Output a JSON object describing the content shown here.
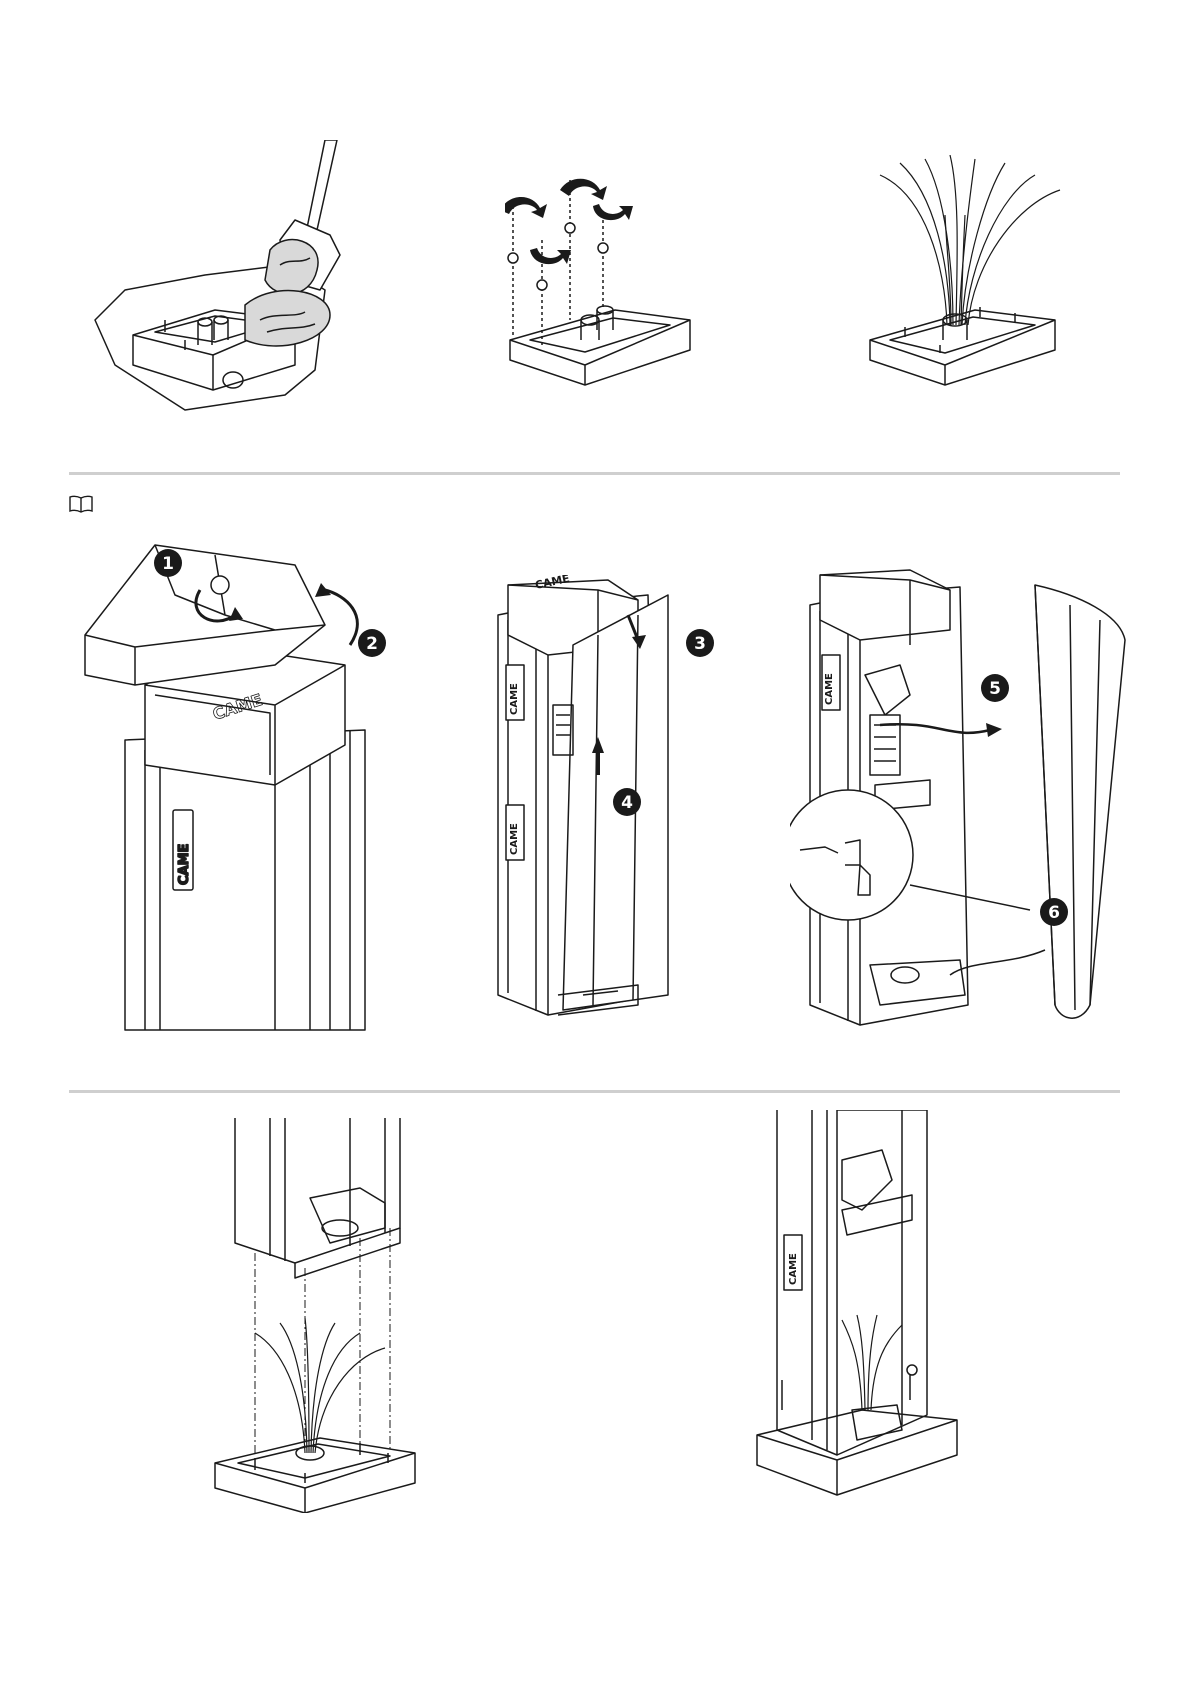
{
  "brand": {
    "logo_text": "CAME"
  },
  "sections": [
    {
      "name": "foundation",
      "steps": [
        "prepare-base",
        "fasten-nuts",
        "cables-routed"
      ]
    },
    {
      "name": "cabinet-opening",
      "note_icon": "book-icon",
      "callouts": [
        "1",
        "2",
        "3",
        "4",
        "5",
        "6"
      ]
    },
    {
      "name": "cabinet-fitting",
      "steps": [
        "lower-cabinet",
        "fix-cabinet"
      ]
    }
  ],
  "colors": {
    "ink": "#1a1a1a",
    "divider": "#cfcfcf",
    "shade": "#d9d9d9"
  }
}
